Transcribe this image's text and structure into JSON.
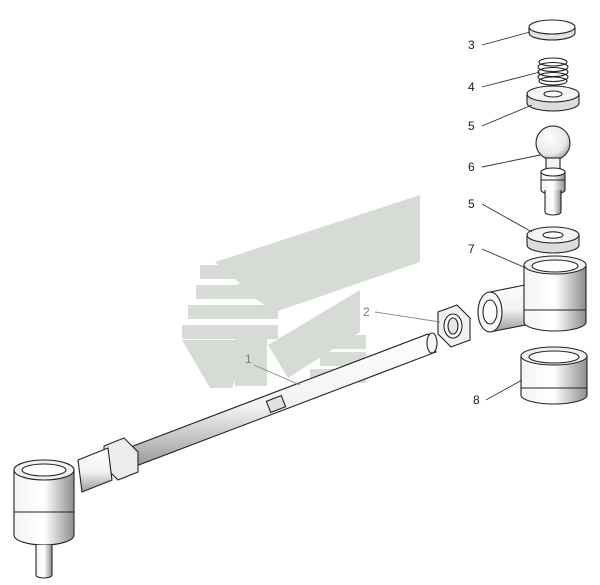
{
  "drawing": {
    "callouts": [
      {
        "id": "c3",
        "label": "3"
      },
      {
        "id": "c4",
        "label": "4"
      },
      {
        "id": "c5a",
        "label": "5"
      },
      {
        "id": "c6",
        "label": "6"
      },
      {
        "id": "c5b",
        "label": "5"
      },
      {
        "id": "c7",
        "label": "7"
      },
      {
        "id": "c2",
        "label": "2"
      },
      {
        "id": "c1",
        "label": "1"
      },
      {
        "id": "c8",
        "label": "8"
      }
    ],
    "colors": {
      "line": "#222222",
      "watermark": "#d6dbd6",
      "part_fill": "#ffffff",
      "shade": "#c8c8c8"
    }
  }
}
